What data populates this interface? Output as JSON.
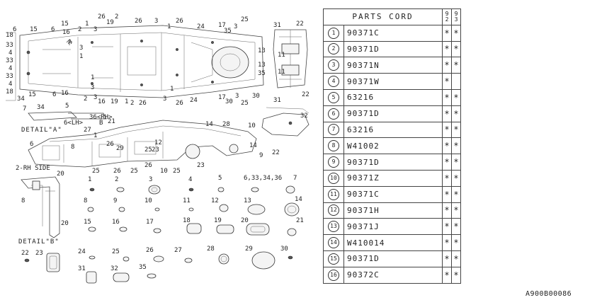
{
  "table": {
    "header": "PARTS CORD",
    "year_cols": [
      [
        "9",
        "2"
      ],
      [
        "9",
        "3"
      ]
    ],
    "rows": [
      {
        "no": "1",
        "part": "90371C",
        "m92": "*",
        "m93": "*"
      },
      {
        "no": "2",
        "part": "90371D",
        "m92": "*",
        "m93": "*"
      },
      {
        "no": "3",
        "part": "90371N",
        "m92": "*",
        "m93": "*"
      },
      {
        "no": "4",
        "part": "90371W",
        "m92": "*",
        "m93": ""
      },
      {
        "no": "5",
        "part": "63216",
        "m92": "*",
        "m93": "*"
      },
      {
        "no": "6",
        "part": "90371D",
        "m92": "*",
        "m93": "*"
      },
      {
        "no": "7",
        "part": "63216",
        "m92": "*",
        "m93": "*"
      },
      {
        "no": "8",
        "part": "W41002",
        "m92": "*",
        "m93": "*"
      },
      {
        "no": "9",
        "part": "90371D",
        "m92": "*",
        "m93": "*"
      },
      {
        "no": "10",
        "part": "90371Z",
        "m92": "*",
        "m93": "*"
      },
      {
        "no": "11",
        "part": "90371C",
        "m92": "*",
        "m93": "*"
      },
      {
        "no": "12",
        "part": "90371H",
        "m92": "*",
        "m93": "*"
      },
      {
        "no": "13",
        "part": "90371J",
        "m92": "*",
        "m93": "*"
      },
      {
        "no": "14",
        "part": "W410014",
        "m92": "*",
        "m93": "*"
      },
      {
        "no": "15",
        "part": "90371D",
        "m92": "*",
        "m93": "*"
      },
      {
        "no": "16",
        "part": "90372C",
        "m92": "*",
        "m93": "*"
      }
    ]
  },
  "diagram": {
    "detail_a": "DETAIL\"A\"",
    "detail_b": "DETAIL\"B\"",
    "rh_side": "2-RH SIDE",
    "lh": "6<LH>",
    "rh": "36<RH>",
    "letter_a": "A",
    "letter_b": "B",
    "callout_group": "6,33,34,36"
  },
  "footer_code": "A900B00086"
}
